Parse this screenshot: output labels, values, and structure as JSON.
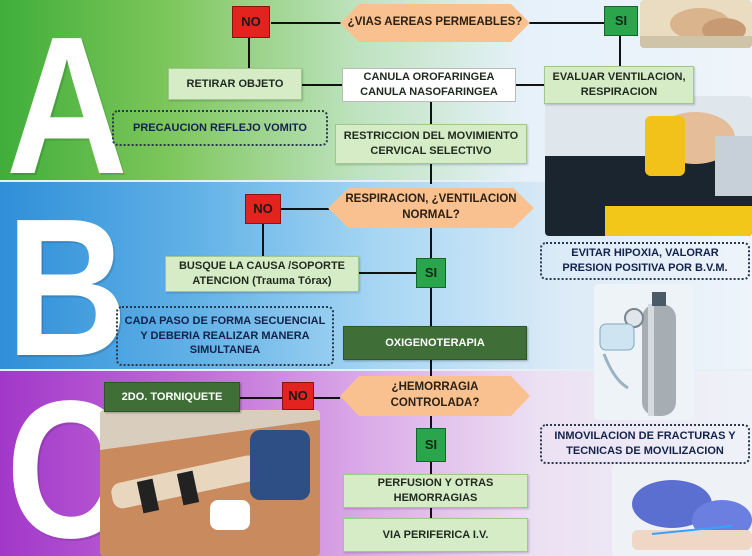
{
  "letters": {
    "a": "A",
    "b": "B",
    "c": "C"
  },
  "a": {
    "question": "¿VIAS AEREAS PERMEABLES?",
    "no": "NO",
    "si": "SI",
    "retirar": "RETIRAR OBJETO",
    "canula": "CANULA OROFARINGEA CANULA NASOFARINGEA",
    "evaluar": "EVALUAR VENTILACION, RESPIRACION",
    "precaucion": "PRECAUCION REFLEJO VOMITO",
    "restriccion": "RESTRICCION DEL MOVIMIENTO CERVICAL SELECTIVO"
  },
  "b": {
    "question": "RESPIRACION, ¿VENTILACION NORMAL?",
    "no": "NO",
    "si": "SI",
    "busque": "BUSQUE LA CAUSA /SOPORTE ATENCION (Trauma Tórax)",
    "evitar": "EVITAR HIPOXIA, VALORAR PRESION POSITIVA POR B.V.M.",
    "cada": "CADA PASO DE FORMA SECUENCIAL Y DEBERIA REALIZAR MANERA SIMULTANEA",
    "oxigeno": "OXIGENOTERAPIA"
  },
  "c": {
    "question": "¿HEMORRAGIA CONTROLADA?",
    "no": "NO",
    "si": "SI",
    "torniquete": "2DO. TORNIQUETE",
    "inmov": "INMOVILACION DE FRACTURAS Y TECNICAS DE MOVILIZACION",
    "perfusion": "PERFUSION Y OTRAS HEMORRAGIAS",
    "via": "VIA PERIFERICA I.V."
  },
  "colors": {
    "no_red": "#e3231e",
    "si_green": "#2aa54b",
    "question_orange": "#f9c18f",
    "box_light_green": "#d6ecc6",
    "box_dark_green": "#3f6f36"
  }
}
